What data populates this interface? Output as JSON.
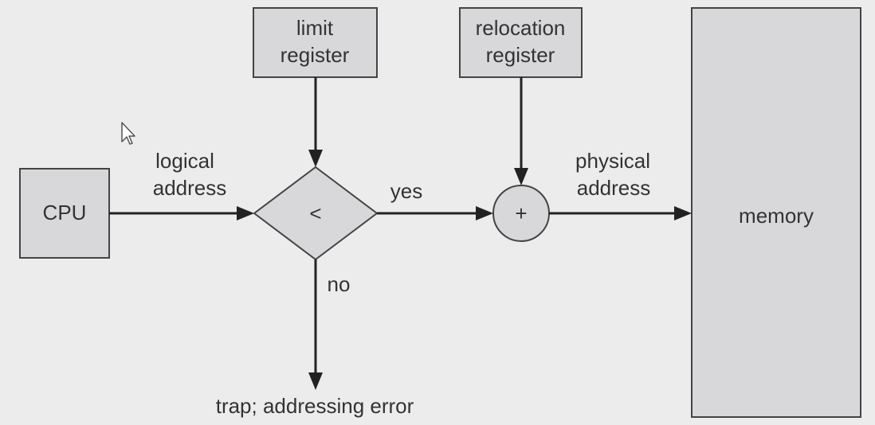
{
  "diagram": {
    "cpu": "CPU",
    "limit_register": [
      "limit",
      "register"
    ],
    "relocation_register": [
      "relocation",
      "register"
    ],
    "comparator": "<",
    "adder": "+",
    "memory": "memory",
    "logical_address": [
      "logical",
      "address"
    ],
    "physical_address": [
      "physical",
      "address"
    ],
    "yes": "yes",
    "no": "no",
    "trap": "trap; addressing error"
  },
  "colors": {
    "box_fill": "#d8d8da",
    "stroke": "#444444",
    "arrow": "#222222",
    "text": "#333333",
    "background": "#ececec"
  },
  "icons": [
    "mouse-cursor-icon"
  ]
}
